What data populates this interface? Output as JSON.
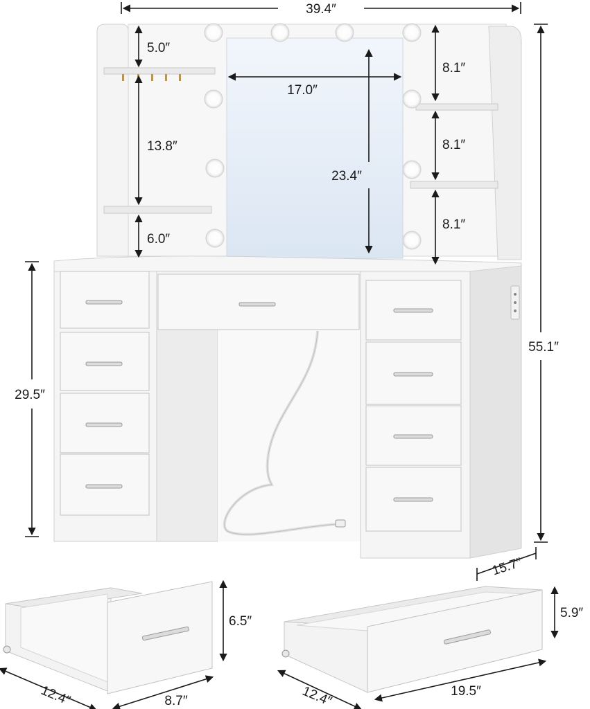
{
  "dimensions": {
    "overall_width": "39.4″",
    "overall_height": "55.1″",
    "desk_height": "29.5″",
    "depth": "15.7″",
    "mirror_width": "17.0″",
    "mirror_height": "23.4″",
    "left_top_gap": "5.0″",
    "left_shelf_gap": "13.8″",
    "left_bottom_gap": "6.0″",
    "right_shelf_1": "8.1″",
    "right_shelf_2": "8.1″",
    "right_shelf_3": "8.1″",
    "small_drawer_depth": "12.4″",
    "small_drawer_width": "8.7″",
    "small_drawer_height": "6.5″",
    "large_drawer_depth": "12.4″",
    "large_drawer_width": "19.5″",
    "large_drawer_height": "5.9″"
  },
  "colors": {
    "furniture": "#f4f4f4",
    "shade": "#e2e2e2",
    "edge": "#c8c8c8",
    "mirror": "#e3ebf6",
    "bulb": "#ffffff",
    "arrow": "#1a1a1a"
  }
}
